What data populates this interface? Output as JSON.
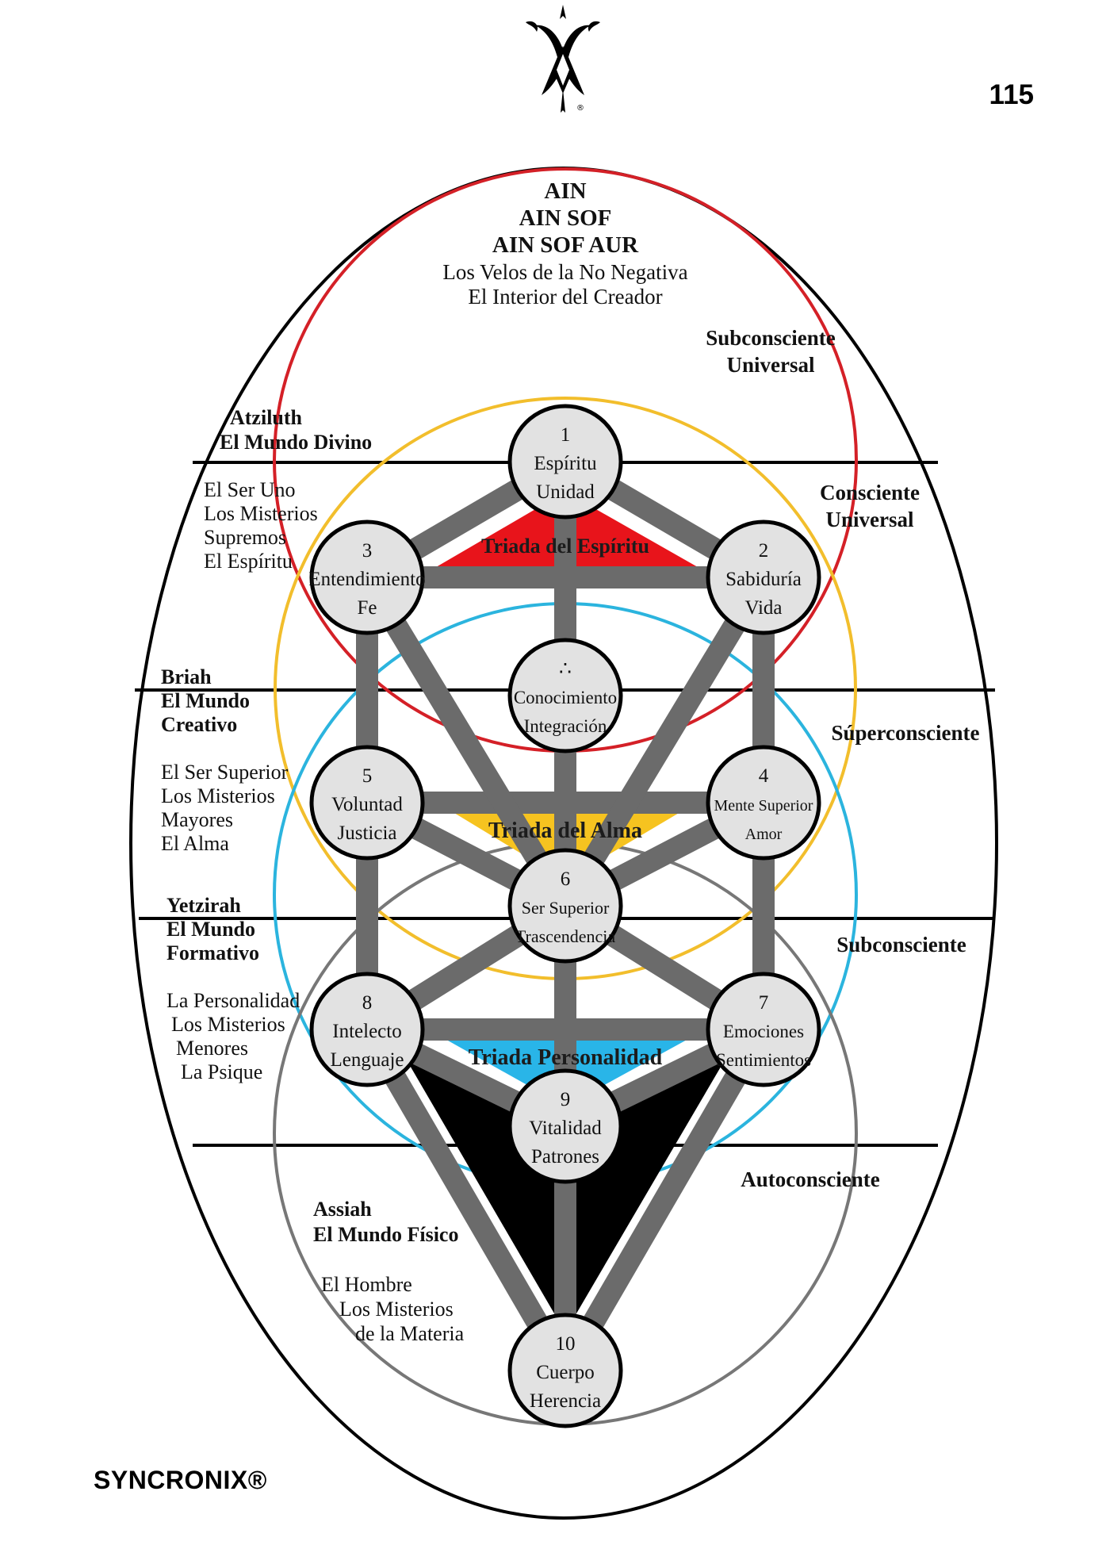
{
  "page_number": "115",
  "footer": {
    "brand": "SYNCRONIX®"
  },
  "colors": {
    "red_circle": "#d42027",
    "yellow_circle": "#f2be2c",
    "blue_circle": "#2bb4de",
    "gray_circle": "#777777",
    "path": "#6b6b6b",
    "triad_spirit": "#e8141b",
    "triad_soul": "#f6c320",
    "triad_personality": "#29b5e8",
    "matter_triangle": "#000000",
    "sefira_fill": "#e2e2e2"
  },
  "header": {
    "lines": [
      "AIN",
      "AIN  SOF",
      "AIN SOF  AUR"
    ],
    "subtitle": [
      "Los Velos de la No Negativa",
      "El Interior del Creador"
    ]
  },
  "sefirot": [
    {
      "number": "1",
      "line1": "Espíritu",
      "line2": "Unidad"
    },
    {
      "number": "2",
      "line1": "Sabiduría",
      "line2": "Vida"
    },
    {
      "number": "3",
      "line1": "Entendimiento",
      "line2": "Fe"
    },
    {
      "number": "∴",
      "line1": "Conocimiento",
      "line2": "Integración"
    },
    {
      "number": "4",
      "line1": "Mente Superior",
      "line2": "Amor"
    },
    {
      "number": "5",
      "line1": "Voluntad",
      "line2": "Justicia"
    },
    {
      "number": "6",
      "line1": "Ser Superior",
      "line2": "Trascendencia"
    },
    {
      "number": "7",
      "line1": "Emociones",
      "line2": "Sentimientos"
    },
    {
      "number": "8",
      "line1": "Intelecto",
      "line2": "Lenguaje"
    },
    {
      "number": "9",
      "line1": "Vitalidad",
      "line2": "Patrones"
    },
    {
      "number": "10",
      "line1": "Cuerpo",
      "line2": "Herencia"
    }
  ],
  "triads": {
    "spirit": "Triada del Espíritu",
    "soul": "Triada del Alma",
    "personality": "Triada Personalidad"
  },
  "worlds": {
    "atziluth": {
      "title": [
        "Atziluth",
        "El Mundo Divino"
      ],
      "desc": [
        "El Ser Uno",
        "Los Misterios",
        "Supremos",
        "El Espíritu"
      ]
    },
    "briah": {
      "title": [
        "Briah",
        "El Mundo",
        "Creativo"
      ],
      "desc": [
        "El Ser Superior",
        "Los Misterios",
        "Mayores",
        "El Alma"
      ]
    },
    "yetzirah": {
      "title": [
        "Yetzirah",
        "El Mundo",
        "Formativo"
      ],
      "desc": [
        "La Personalidad",
        "Los Misterios",
        "Menores",
        "La Psique"
      ]
    },
    "assiah": {
      "title": [
        "Assiah",
        "El Mundo Físico"
      ],
      "desc": [
        "El Hombre",
        "Los Misterios",
        "de la Materia"
      ]
    }
  },
  "consciousness": {
    "universal_sub": [
      "Subconsciente",
      "Universal"
    ],
    "universal_con": [
      "Consciente",
      "Universal"
    ],
    "super": "Súperconsciente",
    "sub": "Subconsciente",
    "auto": "Autoconsciente"
  }
}
